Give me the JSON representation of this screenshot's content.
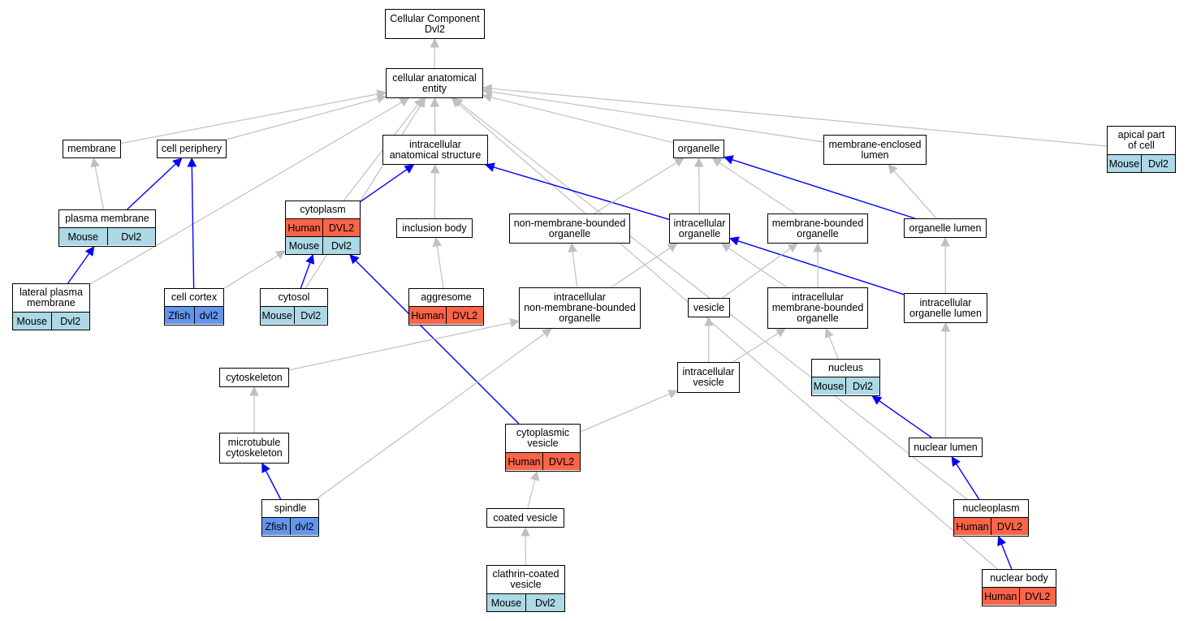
{
  "colors": {
    "mouse": "#add8e6",
    "human": "#fa6448",
    "zfish": "#6495ed",
    "is_a": "#c0c0c0",
    "part_of": "#0000ff"
  },
  "nodes": {
    "cellular_component": {
      "label": "Cellular Component\nDvl2"
    },
    "cellular_anatomical_entity": {
      "label": "cellular anatomical\nentity"
    },
    "membrane": {
      "label": "membrane"
    },
    "cell_periphery": {
      "label": "cell periphery"
    },
    "intracellular_anatomical_structure": {
      "label": "intracellular\nanatomical structure"
    },
    "organelle": {
      "label": "organelle"
    },
    "membrane_enclosed_lumen": {
      "label": "membrane-enclosed\nlumen"
    },
    "apical_part_of_cell": {
      "label": "apical part\nof cell",
      "annotations": [
        {
          "species": "Mouse",
          "gene": "Dvl2"
        }
      ]
    },
    "plasma_membrane": {
      "label": "plasma membrane",
      "annotations": [
        {
          "species": "Mouse",
          "gene": "Dvl2"
        }
      ]
    },
    "cytoplasm": {
      "label": "cytoplasm",
      "annotations": [
        {
          "species": "Human",
          "gene": "DVL2"
        },
        {
          "species": "Mouse",
          "gene": "Dvl2"
        }
      ]
    },
    "inclusion_body": {
      "label": "inclusion body"
    },
    "non_membrane_bounded_organelle": {
      "label": "non-membrane-bounded\norganelle"
    },
    "intracellular_organelle": {
      "label": "intracellular\norganelle"
    },
    "membrane_bounded_organelle": {
      "label": "membrane-bounded\norganelle"
    },
    "organelle_lumen": {
      "label": "organelle lumen"
    },
    "lateral_plasma_membrane": {
      "label": "lateral plasma\nmembrane",
      "annotations": [
        {
          "species": "Mouse",
          "gene": "Dvl2"
        }
      ]
    },
    "cell_cortex": {
      "label": "cell cortex",
      "annotations": [
        {
          "species": "Zfish",
          "gene": "dvl2"
        }
      ]
    },
    "cytosol": {
      "label": "cytosol",
      "annotations": [
        {
          "species": "Mouse",
          "gene": "Dvl2"
        }
      ]
    },
    "aggresome": {
      "label": "aggresome",
      "annotations": [
        {
          "species": "Human",
          "gene": "DVL2"
        }
      ]
    },
    "intracellular_non_membrane_bounded_organelle": {
      "label": "intracellular\nnon-membrane-bounded\norganelle"
    },
    "vesicle": {
      "label": "vesicle"
    },
    "intracellular_membrane_bounded_organelle": {
      "label": "intracellular\nmembrane-bounded\norganelle"
    },
    "intracellular_organelle_lumen": {
      "label": "intracellular\norganelle lumen"
    },
    "cytoskeleton": {
      "label": "cytoskeleton"
    },
    "intracellular_vesicle": {
      "label": "intracellular\nvesicle"
    },
    "nucleus": {
      "label": "nucleus",
      "annotations": [
        {
          "species": "Mouse",
          "gene": "Dvl2"
        }
      ]
    },
    "microtubule_cytoskeleton": {
      "label": "microtubule\ncytoskeleton"
    },
    "cytoplasmic_vesicle": {
      "label": "cytoplasmic\nvesicle",
      "annotations": [
        {
          "species": "Human",
          "gene": "DVL2"
        }
      ]
    },
    "nuclear_lumen": {
      "label": "nuclear lumen"
    },
    "spindle": {
      "label": "spindle",
      "annotations": [
        {
          "species": "Zfish",
          "gene": "dvl2"
        }
      ]
    },
    "coated_vesicle": {
      "label": "coated vesicle"
    },
    "nucleoplasm": {
      "label": "nucleoplasm",
      "annotations": [
        {
          "species": "Human",
          "gene": "DVL2"
        }
      ]
    },
    "clathrin_coated_vesicle": {
      "label": "clathrin-coated\nvesicle",
      "annotations": [
        {
          "species": "Mouse",
          "gene": "Dvl2"
        }
      ]
    },
    "nuclear_body": {
      "label": "nuclear body",
      "annotations": [
        {
          "species": "Human",
          "gene": "DVL2"
        }
      ]
    }
  },
  "edges": [
    {
      "from": "cellular_anatomical_entity",
      "to": "cellular_component",
      "type": "is_a"
    },
    {
      "from": "membrane",
      "to": "cellular_anatomical_entity",
      "type": "is_a"
    },
    {
      "from": "cell_periphery",
      "to": "cellular_anatomical_entity",
      "type": "is_a"
    },
    {
      "from": "intracellular_anatomical_structure",
      "to": "cellular_anatomical_entity",
      "type": "is_a"
    },
    {
      "from": "organelle",
      "to": "cellular_anatomical_entity",
      "type": "is_a"
    },
    {
      "from": "membrane_enclosed_lumen",
      "to": "cellular_anatomical_entity",
      "type": "is_a"
    },
    {
      "from": "apical_part_of_cell",
      "to": "cellular_anatomical_entity",
      "type": "is_a"
    },
    {
      "from": "lateral_plasma_membrane",
      "to": "cellular_anatomical_entity",
      "type": "is_a"
    },
    {
      "from": "cytoplasm",
      "to": "cellular_anatomical_entity",
      "type": "is_a"
    },
    {
      "from": "cytosol",
      "to": "cellular_anatomical_entity",
      "type": "is_a"
    },
    {
      "from": "nucleoplasm",
      "to": "cellular_anatomical_entity",
      "type": "is_a"
    },
    {
      "from": "nuclear_body",
      "to": "cellular_anatomical_entity",
      "type": "is_a"
    },
    {
      "from": "plasma_membrane",
      "to": "membrane",
      "type": "is_a"
    },
    {
      "from": "plasma_membrane",
      "to": "cell_periphery",
      "type": "part_of"
    },
    {
      "from": "cell_cortex",
      "to": "cell_periphery",
      "type": "part_of"
    },
    {
      "from": "cell_cortex",
      "to": "cytoplasm",
      "type": "is_a"
    },
    {
      "from": "lateral_plasma_membrane",
      "to": "plasma_membrane",
      "type": "part_of"
    },
    {
      "from": "cytoplasm",
      "to": "intracellular_anatomical_structure",
      "type": "part_of"
    },
    {
      "from": "inclusion_body",
      "to": "intracellular_anatomical_structure",
      "type": "is_a"
    },
    {
      "from": "intracellular_organelle",
      "to": "intracellular_anatomical_structure",
      "type": "part_of"
    },
    {
      "from": "aggresome",
      "to": "inclusion_body",
      "type": "is_a"
    },
    {
      "from": "cytosol",
      "to": "cytoplasm",
      "type": "part_of"
    },
    {
      "from": "cytoplasmic_vesicle",
      "to": "cytoplasm",
      "type": "part_of"
    },
    {
      "from": "non_membrane_bounded_organelle",
      "to": "organelle",
      "type": "is_a"
    },
    {
      "from": "intracellular_organelle",
      "to": "organelle",
      "type": "is_a"
    },
    {
      "from": "membrane_bounded_organelle",
      "to": "organelle",
      "type": "is_a"
    },
    {
      "from": "organelle_lumen",
      "to": "organelle",
      "type": "part_of"
    },
    {
      "from": "organelle_lumen",
      "to": "membrane_enclosed_lumen",
      "type": "is_a"
    },
    {
      "from": "intracellular_non_membrane_bounded_organelle",
      "to": "non_membrane_bounded_organelle",
      "type": "is_a"
    },
    {
      "from": "intracellular_non_membrane_bounded_organelle",
      "to": "intracellular_organelle",
      "type": "is_a"
    },
    {
      "from": "intracellular_organelle_lumen",
      "to": "intracellular_organelle",
      "type": "part_of"
    },
    {
      "from": "vesicle",
      "to": "membrane_bounded_organelle",
      "type": "is_a"
    },
    {
      "from": "intracellular_membrane_bounded_organelle",
      "to": "membrane_bounded_organelle",
      "type": "is_a"
    },
    {
      "from": "intracellular_membrane_bounded_organelle",
      "to": "intracellular_organelle",
      "type": "is_a"
    },
    {
      "from": "intracellular_organelle_lumen",
      "to": "organelle_lumen",
      "type": "is_a"
    },
    {
      "from": "cytoskeleton",
      "to": "intracellular_non_membrane_bounded_organelle",
      "type": "is_a"
    },
    {
      "from": "spindle",
      "to": "intracellular_non_membrane_bounded_organelle",
      "type": "is_a"
    },
    {
      "from": "intracellular_vesicle",
      "to": "vesicle",
      "type": "is_a"
    },
    {
      "from": "intracellular_vesicle",
      "to": "intracellular_membrane_bounded_organelle",
      "type": "is_a"
    },
    {
      "from": "nucleus",
      "to": "intracellular_membrane_bounded_organelle",
      "type": "is_a"
    },
    {
      "from": "nuclear_lumen",
      "to": "intracellular_organelle_lumen",
      "type": "is_a"
    },
    {
      "from": "nuclear_lumen",
      "to": "nucleus",
      "type": "part_of"
    },
    {
      "from": "microtubule_cytoskeleton",
      "to": "cytoskeleton",
      "type": "is_a"
    },
    {
      "from": "spindle",
      "to": "microtubule_cytoskeleton",
      "type": "part_of"
    },
    {
      "from": "cytoplasmic_vesicle",
      "to": "intracellular_vesicle",
      "type": "is_a"
    },
    {
      "from": "coated_vesicle",
      "to": "cytoplasmic_vesicle",
      "type": "is_a"
    },
    {
      "from": "clathrin_coated_vesicle",
      "to": "coated_vesicle",
      "type": "is_a"
    },
    {
      "from": "nucleoplasm",
      "to": "nuclear_lumen",
      "type": "part_of"
    },
    {
      "from": "nuclear_body",
      "to": "nucleoplasm",
      "type": "part_of"
    }
  ]
}
